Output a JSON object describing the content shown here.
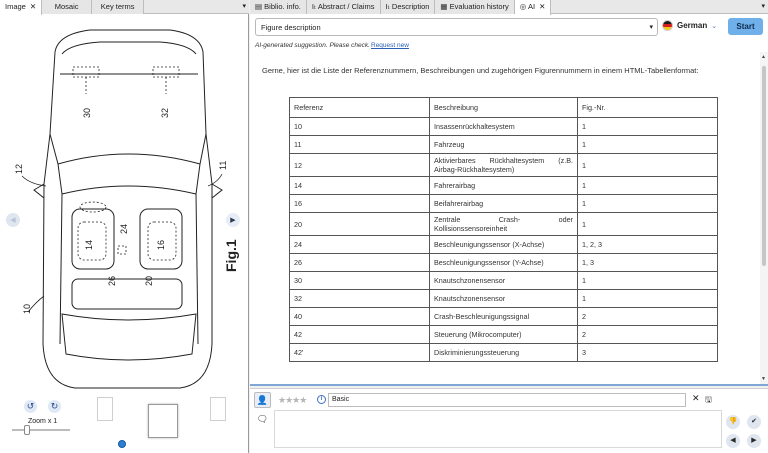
{
  "left_tabs": [
    {
      "label": "Image",
      "active": true,
      "closable": true
    },
    {
      "label": "Mosaic",
      "active": false
    },
    {
      "label": "Key terms",
      "active": false
    }
  ],
  "right_tabs": [
    {
      "label": "Biblio. info.",
      "icon": "document-icon"
    },
    {
      "label": "Abstract / Claims",
      "icon": "text-icon"
    },
    {
      "label": "Description",
      "icon": "text-icon"
    },
    {
      "label": "Evaluation history",
      "icon": "table-icon"
    },
    {
      "label": "AI",
      "icon": "ai-icon",
      "active": true
    }
  ],
  "pane_menu_glyph": "▾",
  "close_glyph": "✕",
  "drawing": {
    "fig_label": "Fig.1",
    "refs": [
      "30",
      "32",
      "12",
      "11",
      "14",
      "16",
      "24",
      "26",
      "20",
      "10"
    ]
  },
  "viewer": {
    "zoom_label": "Zoom x 1",
    "rotate_left": "↺",
    "rotate_right": "↻",
    "nav_prev": "◀",
    "nav_next": "▶"
  },
  "ai": {
    "selected_prompt": "Figure description",
    "language": "German",
    "start_label": "Start",
    "note": "AI-generated suggestion. Please check.",
    "request_link": "Request new",
    "intro": "Gerne, hier ist die Liste der Referenznummern, Beschreibungen und zugehörigen Figurennummern in einem HTML-Tabellenformat:",
    "table_headers": [
      "Referenz",
      "Beschreibung",
      "Fig.-Nr."
    ],
    "table_rows": [
      [
        "10",
        "Insassenrückhaltesystem",
        "1"
      ],
      [
        "11",
        "Fahrzeug",
        "1"
      ],
      [
        "12",
        "Aktivierbares Rückhaltesystem (z.B. Airbag-Rückhaltesystem)",
        "1"
      ],
      [
        "14",
        "Fahrerairbag",
        "1"
      ],
      [
        "16",
        "Beifahrerairbag",
        "1"
      ],
      [
        "20",
        "Zentrale Crash- oder Kollisionssensoreinheit",
        "1"
      ],
      [
        "24",
        "Beschleunigungssensor (X-Achse)",
        "1, 2, 3"
      ],
      [
        "26",
        "Beschleunigungssensor (Y-Achse)",
        "1, 3"
      ],
      [
        "30",
        "Knautschzonensensor",
        "1"
      ],
      [
        "32",
        "Knautschzonensensor",
        "1"
      ],
      [
        "40",
        "Crash-Beschleunigungssignal",
        "2"
      ],
      [
        "42",
        "Steuerung (Mikrocomputer)",
        "2"
      ],
      [
        "42'",
        "Diskriminierungssteuerung",
        "3"
      ]
    ]
  },
  "rating": {
    "stars": "★★★★",
    "info_glyph": "i",
    "mode": "Basic",
    "clear_glyph": "✕",
    "save_glyph": "🖫"
  },
  "actions": {
    "thumbdown": "👎",
    "check": "✔",
    "prev": "◀",
    "next": "▶"
  },
  "colors": {
    "accent": "#6fb0ea",
    "link": "#2b5fb5",
    "page_dot": "#2d7fd6"
  }
}
